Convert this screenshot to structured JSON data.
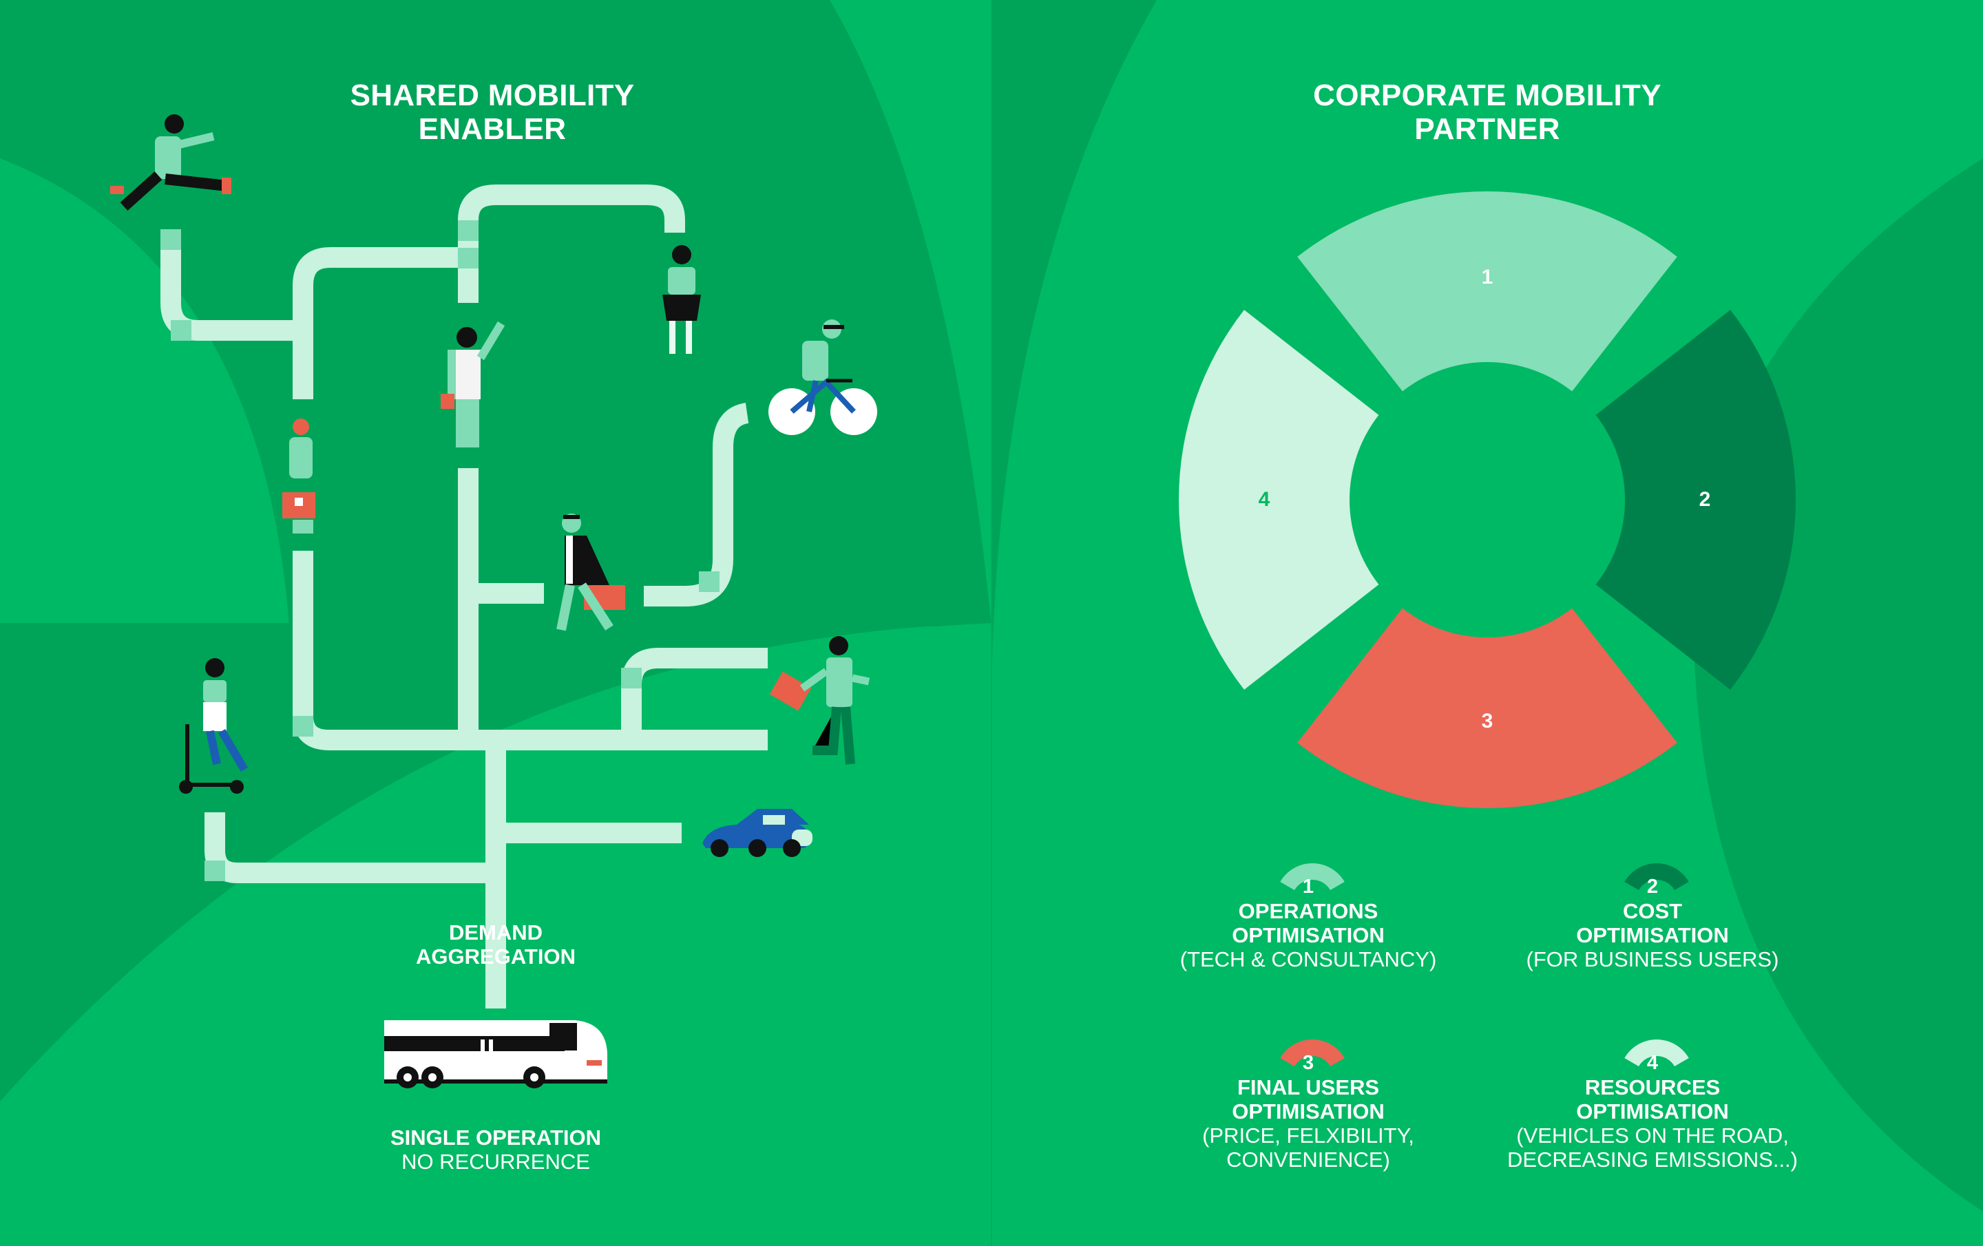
{
  "colors": {
    "background": "#00b964",
    "panel_dark": "#00a458",
    "path": "#c9f2df",
    "segment_1": "#85dfb8",
    "segment_2": "#00814c",
    "segment_3": "#ea6655",
    "segment_4": "#cdf3e1",
    "accent_red": "#e8604a",
    "car_blue": "#1a5fb4"
  },
  "left_panel": {
    "title": "SHARED MOBILITY\nENABLER",
    "demand_label": "DEMAND\nAGGREGATION",
    "bottom_bold": "SINGLE OPERATION",
    "bottom_regular": "NO RECURRENCE",
    "icons": [
      "person-jumping-icon",
      "person-standing-phone-icon",
      "person-waving-icon",
      "person-backpack-icon",
      "cyclist-icon",
      "businessman-walking-icon",
      "person-running-bag-icon",
      "scooter-rider-icon",
      "car-icon",
      "bus-icon"
    ]
  },
  "right_panel": {
    "title": "CORPORATE MOBILITY\nPARTNER",
    "segments": [
      {
        "number": "1",
        "color": "#85dfb8"
      },
      {
        "number": "2",
        "color": "#00814c"
      },
      {
        "number": "3",
        "color": "#ea6655"
      },
      {
        "number": "4",
        "color": "#cdf3e1"
      }
    ],
    "legend": [
      {
        "number": "1",
        "title": "OPERATIONS\nOPTIMISATION",
        "subtitle": "(TECH & CONSULTANCY)",
        "color": "#85dfb8"
      },
      {
        "number": "2",
        "title": "COST\nOPTIMISATION",
        "subtitle": "(FOR BUSINESS USERS)",
        "color": "#00814c"
      },
      {
        "number": "3",
        "title": "FINAL USERS\nOPTIMISATION",
        "subtitle": "(PRICE, FELXIBILITY,\nCONVENIENCE)",
        "color": "#ea6655"
      },
      {
        "number": "4",
        "title": "RESOURCES\nOPTIMISATION",
        "subtitle": "(VEHICLES ON THE ROAD,\nDECREASING EMISSIONS...)",
        "color": "#cdf3e1"
      }
    ]
  }
}
